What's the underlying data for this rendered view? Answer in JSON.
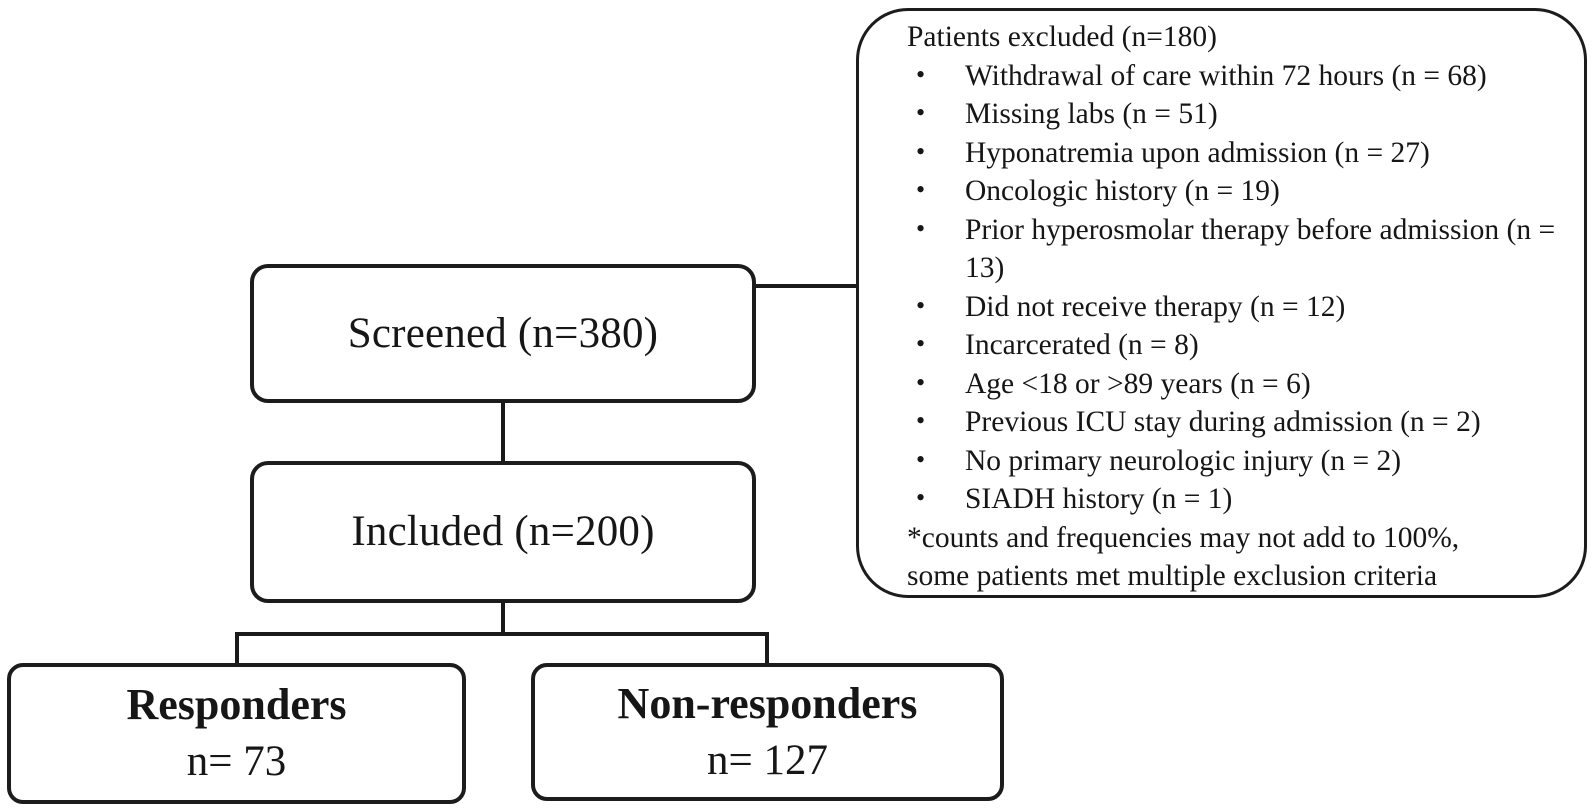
{
  "flow": {
    "screened_label": "Screened (n=380)",
    "included_label": "Included (n=200)",
    "responders": {
      "title": "Responders",
      "count": "n= 73"
    },
    "non_responders": {
      "title": "Non-responders",
      "count": "n= 127"
    }
  },
  "excluded": {
    "header": "Patients excluded (n=180)",
    "bullet_glyph": "•",
    "items": [
      "Withdrawal of care within 72 hours (n = 68)",
      "Missing labs (n = 51)",
      "Hyponatremia upon admission (n = 27)",
      "Oncologic history (n = 19)",
      "Prior hyperosmolar therapy before admission (n = 13)",
      "Did not receive therapy (n = 12)",
      "Incarcerated (n = 8)",
      "Age <18 or >89 years (n = 6)",
      "Previous ICU stay during admission (n = 2)",
      "No primary neurologic injury (n = 2)",
      "SIADH history (n = 1)"
    ],
    "footnote_lines": [
      "*counts and frequencies may not add to 100%,",
      "some patients met multiple exclusion criteria"
    ]
  },
  "colors": {
    "line": "#1a1a1a",
    "background": "#ffffff",
    "text": "#161616"
  }
}
